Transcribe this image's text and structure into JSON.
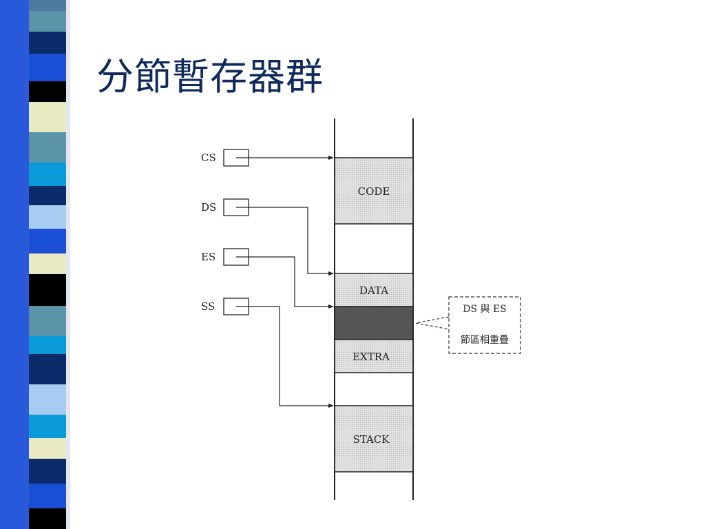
{
  "title": "分節暫存器群",
  "diagram": {
    "registers": [
      {
        "label": "CS"
      },
      {
        "label": "DS"
      },
      {
        "label": "ES"
      },
      {
        "label": "SS"
      }
    ],
    "segments": [
      {
        "label": "CODE"
      },
      {
        "label": "DATA"
      },
      {
        "label": "EXTRA"
      },
      {
        "label": "STACK"
      }
    ],
    "overlap_note": {
      "line1": "DS 與 ES",
      "line2": "節區相重疊"
    }
  },
  "colors": {
    "title": "#0e2a5c",
    "segment_fill": "#d9d9d9",
    "overlap_fill": "#555555",
    "stripe_colors": [
      "#1a4fd6",
      "#5b93a8",
      "#0a2a6a",
      "#e8e8c2",
      "#000000",
      "#a7ccf2",
      "#0a9ad8"
    ]
  }
}
